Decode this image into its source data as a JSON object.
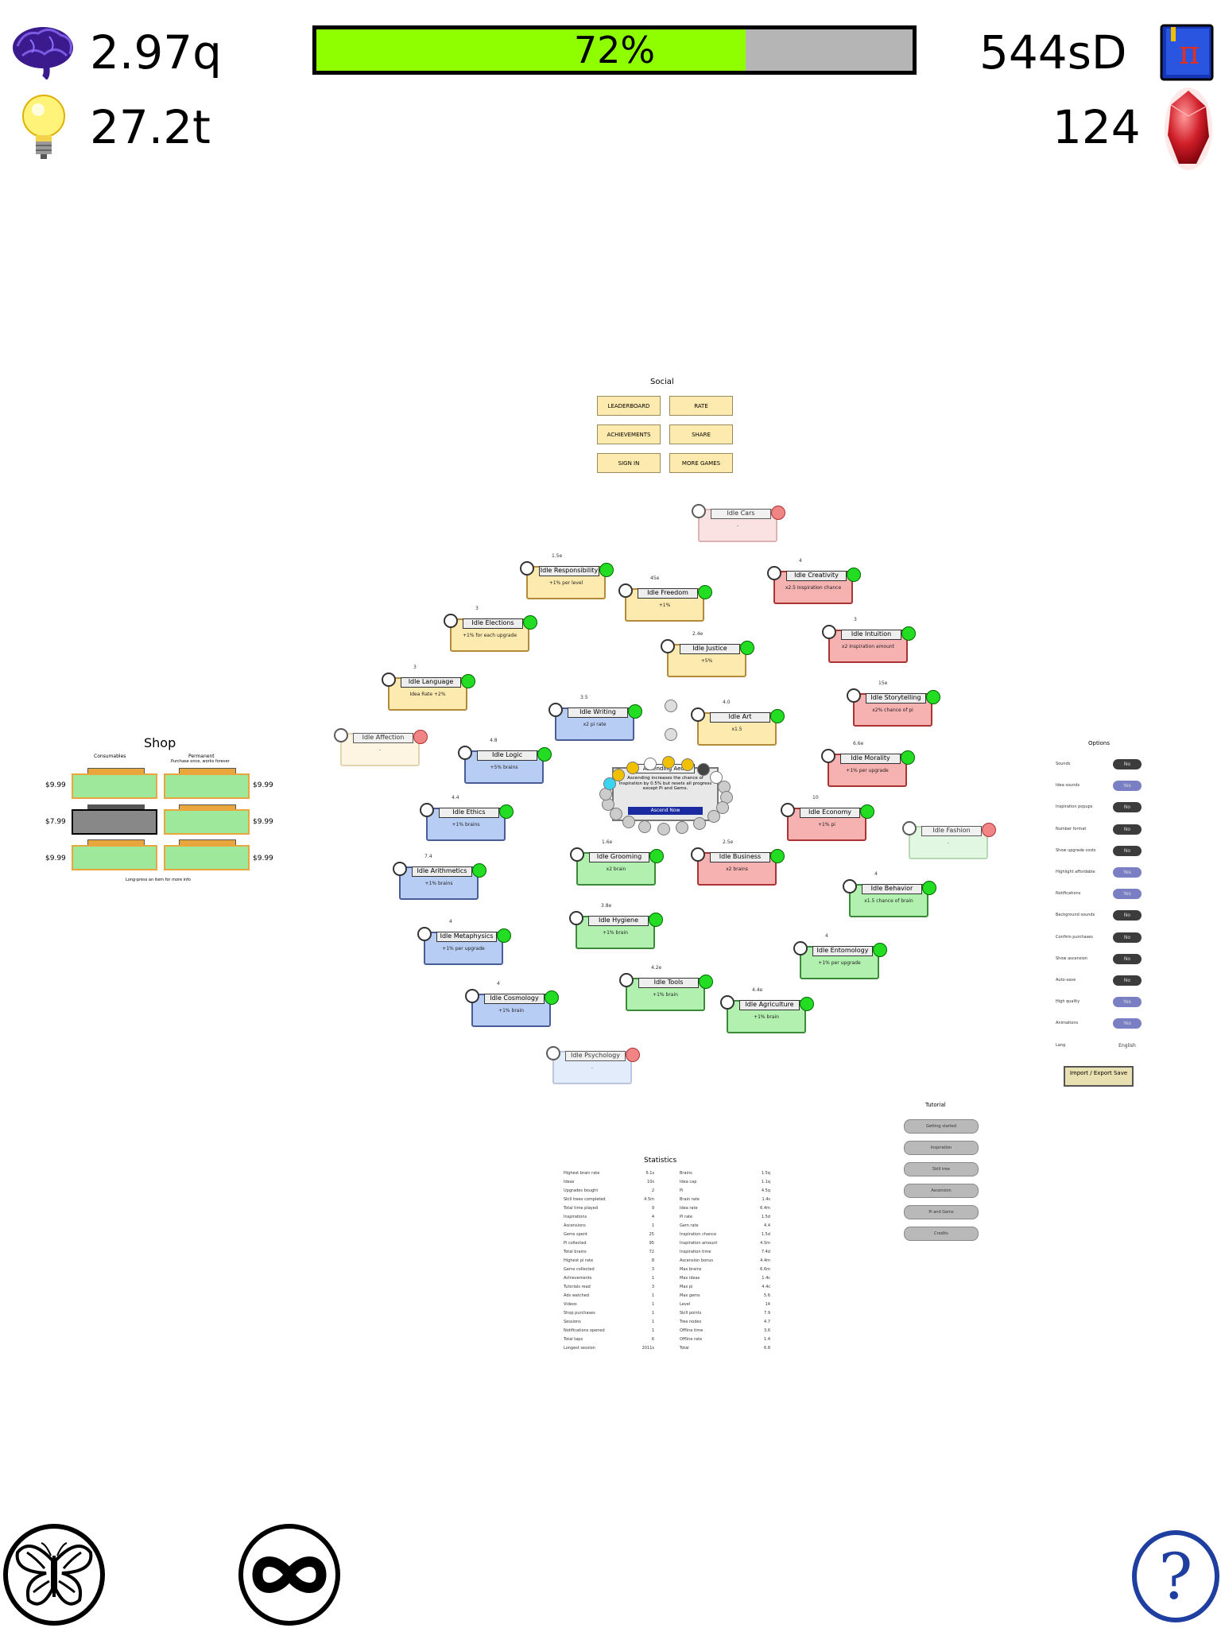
{
  "hud": {
    "brain_value": "2.97q",
    "idea_value": "27.2t",
    "pi_value": "544sD",
    "gem_value": "124",
    "progress_fraction": 0.72,
    "progress_label": "72%"
  },
  "social": {
    "title": "Social",
    "buttons": [
      "LEADERBOARD",
      "RATE",
      "ACHIEVEMENTS",
      "SHARE",
      "SIGN IN",
      "MORE GAMES"
    ]
  },
  "shop": {
    "title": "Shop",
    "left_header": "Consumables",
    "right_header": "Permanent",
    "right_subheader": "Purchase once, works forever",
    "left_prices": [
      "$9.99",
      "$7.99",
      "$9.99"
    ],
    "right_prices": [
      "$9.99",
      "$9.99",
      "$9.99"
    ],
    "footer": "Long-press an item for more info"
  },
  "center": {
    "title": "Ascending Aeon",
    "text": "Ascending increases the chance of Inspiration by 0.5% but resets all progress except Pi and Gems.",
    "button": "Ascend Now"
  },
  "nodes": [
    {
      "title": "Idle Cars",
      "color": "pale-red",
      "status": "no",
      "cost": "",
      "desc": "-"
    },
    {
      "title": "Idle Responsibility",
      "color": "yellow",
      "status": "ok",
      "cost": "1.5e",
      "desc": "+1% per level"
    },
    {
      "title": "Idle Freedom",
      "color": "yellow",
      "status": "ok",
      "cost": "45e",
      "desc": "+1%"
    },
    {
      "title": "Idle Creativity",
      "color": "red",
      "status": "ok",
      "cost": "4",
      "desc": "x2.5 Inspiration chance"
    },
    {
      "title": "Idle Elections",
      "color": "yellow",
      "status": "ok",
      "cost": "3",
      "desc": "+1% for each upgrade"
    },
    {
      "title": "Idle Justice",
      "color": "yellow",
      "status": "ok",
      "cost": "2.4e",
      "desc": "+5%"
    },
    {
      "title": "Idle Intuition",
      "color": "red",
      "status": "ok",
      "cost": "3",
      "desc": "x2 Inspiration amount"
    },
    {
      "title": "Idle Language",
      "color": "yellow",
      "status": "ok",
      "cost": "3",
      "desc": "Idea Rate +2%"
    },
    {
      "title": "Idle Storytelling",
      "color": "red",
      "status": "ok",
      "cost": "15e",
      "desc": "x2% chance of pi"
    },
    {
      "title": "Idle Writing",
      "color": "blue",
      "status": "ok",
      "cost": "3.5",
      "desc": "x2 pi rate"
    },
    {
      "title": "Idle Art",
      "color": "yellow",
      "status": "ok",
      "cost": "4.0",
      "desc": "x1.5"
    },
    {
      "title": "Idle Affection",
      "color": "pale-yellow",
      "status": "no",
      "cost": "",
      "desc": "-"
    },
    {
      "title": "Idle Logic",
      "color": "blue",
      "status": "ok",
      "cost": "4.8",
      "desc": "+5% brains"
    },
    {
      "title": "Idle Morality",
      "color": "red",
      "status": "ok",
      "cost": "6.6e",
      "desc": "+1% per upgrade"
    },
    {
      "title": "Idle Ethics",
      "color": "blue",
      "status": "ok",
      "cost": "4.4",
      "desc": "+1% brains"
    },
    {
      "title": "Idle Economy",
      "color": "red",
      "status": "ok",
      "cost": "10",
      "desc": "+1% pi"
    },
    {
      "title": "Idle Fashion",
      "color": "pale-green",
      "status": "no",
      "cost": "",
      "desc": "-"
    },
    {
      "title": "Idle Arithmetics",
      "color": "blue",
      "status": "ok",
      "cost": "7.4",
      "desc": "+1% brains"
    },
    {
      "title": "Idle Grooming",
      "color": "green",
      "status": "ok",
      "cost": "1.6e",
      "desc": "x2 brain"
    },
    {
      "title": "Idle Business",
      "color": "red",
      "status": "ok",
      "cost": "2.5e",
      "desc": "x2 brains"
    },
    {
      "title": "Idle Behavior",
      "color": "green",
      "status": "ok",
      "cost": "4",
      "desc": "x1.5 chance of brain"
    },
    {
      "title": "Idle Metaphysics",
      "color": "blue",
      "status": "ok",
      "cost": "4",
      "desc": "+1% per upgrade"
    },
    {
      "title": "Idle Hygiene",
      "color": "green",
      "status": "ok",
      "cost": "3.8e",
      "desc": "+1% brain"
    },
    {
      "title": "Idle Entomology",
      "color": "green",
      "status": "ok",
      "cost": "4",
      "desc": "+1% per upgrade"
    },
    {
      "title": "Idle Cosmology",
      "color": "blue",
      "status": "ok",
      "cost": "4",
      "desc": "+1% brain"
    },
    {
      "title": "Idle Tools",
      "color": "green",
      "status": "ok",
      "cost": "4.2e",
      "desc": "+1% brain"
    },
    {
      "title": "Idle Agriculture",
      "color": "green",
      "status": "ok",
      "cost": "4.4e",
      "desc": "+1% brain"
    },
    {
      "title": "Idle Psychology",
      "color": "pale-blue",
      "status": "no",
      "cost": "",
      "desc": "-"
    }
  ],
  "options": {
    "title": "Options",
    "items": [
      {
        "label": "Sounds",
        "value": "No",
        "on": false
      },
      {
        "label": "Idea sounds",
        "value": "Yes",
        "on": true
      },
      {
        "label": "Inspiration popups",
        "value": "No",
        "on": false
      },
      {
        "label": "Number format",
        "value": "No",
        "on": false
      },
      {
        "label": "Show upgrade costs",
        "value": "No",
        "on": false
      },
      {
        "label": "Highlight affordable",
        "value": "Yes",
        "on": true
      },
      {
        "label": "Notifications",
        "value": "Yes",
        "on": true
      },
      {
        "label": "Background sounds",
        "value": "No",
        "on": false
      },
      {
        "label": "Confirm purchases",
        "value": "No",
        "on": false
      },
      {
        "label": "Show ascension",
        "value": "No",
        "on": false
      },
      {
        "label": "Auto-save",
        "value": "No",
        "on": false
      },
      {
        "label": "High quality",
        "value": "Yes",
        "on": true
      },
      {
        "label": "Animations",
        "value": "Yes",
        "on": true
      },
      {
        "label": "Lang",
        "value": "English",
        "on": false
      }
    ],
    "import_export": "Import / Export Save"
  },
  "tutorial": {
    "title": "Tutorial",
    "buttons": [
      "Getting started",
      "Inspiration",
      "Skill tree",
      "Ascension",
      "Pi and Gems",
      "Credits"
    ]
  },
  "statistics": {
    "title": "Statistics",
    "left": [
      [
        "Highest brain rate",
        "6.1s"
      ],
      [
        "Ideas",
        "10s"
      ],
      [
        "Upgrades bought",
        "2"
      ],
      [
        "Skill trees completed",
        "4.5m"
      ],
      [
        "Total time played",
        "9"
      ],
      [
        "Inspirations",
        "4"
      ],
      [
        "Ascensions",
        "1"
      ],
      [
        "Gems spent",
        "25"
      ],
      [
        "Pi collected",
        "95"
      ],
      [
        "Total brains",
        "72"
      ],
      [
        "Highest pi rate",
        "8"
      ],
      [
        "Gems collected",
        "3"
      ],
      [
        "Achievements",
        "1"
      ],
      [
        "Tutorials read",
        "3"
      ],
      [
        "Ads watched",
        "1"
      ],
      [
        "Videos",
        "1"
      ],
      [
        "Shop purchases",
        "1"
      ],
      [
        "Sessions",
        "1"
      ],
      [
        "Notifications opened",
        "1"
      ],
      [
        "Total taps",
        "6"
      ],
      [
        "Longest session",
        "2011s"
      ]
    ],
    "right": [
      [
        "Brains",
        "1.5q"
      ],
      [
        "Idea cap",
        "1.1q"
      ],
      [
        "Pi",
        "4.5q"
      ],
      [
        "Brain rate",
        "1.4s"
      ],
      [
        "Idea rate",
        "6.4m"
      ],
      [
        "Pi rate",
        "1.5d"
      ],
      [
        "Gem rate",
        "4.4"
      ],
      [
        "Inspiration chance",
        "1.5d"
      ],
      [
        "Inspiration amount",
        "4.5m"
      ],
      [
        "Inspiration time",
        "7.4d"
      ],
      [
        "Ascension bonus",
        "4.4m"
      ],
      [
        "Max brains",
        "6.6m"
      ],
      [
        "Max ideas",
        "1.4c"
      ],
      [
        "Max pi",
        "4.4c"
      ],
      [
        "Max gems",
        "5.6"
      ],
      [
        "Level",
        "14"
      ],
      [
        "Skill points",
        "7.9"
      ],
      [
        "Tree nodes",
        "4.7"
      ],
      [
        "Offline time",
        "3.6"
      ],
      [
        "Offline rate",
        "1.4"
      ],
      [
        "Total",
        "6.8"
      ]
    ]
  },
  "help": "?"
}
